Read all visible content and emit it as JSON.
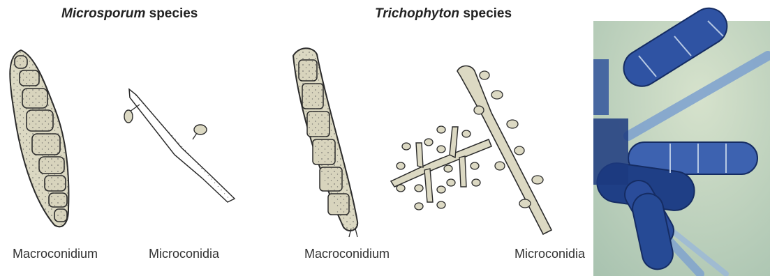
{
  "panels": {
    "microsporum": {
      "title_genus": "Microsporum",
      "title_suffix": " species",
      "label_macro": "Macroconidium",
      "label_micro": "Microconidia"
    },
    "trichophyton": {
      "title_genus": "Trichophyton",
      "title_suffix": " species",
      "label_macro": "Macroconidium",
      "label_micro": "Microconidia"
    }
  },
  "colors": {
    "cell_fill": "#dcd9c3",
    "outline": "#2b2b2b",
    "micro_bg": "#bfd3bd",
    "stain_dark": "#1f3f86",
    "stain_mid": "#3d62b0",
    "stain_light": "#7da1cf"
  }
}
